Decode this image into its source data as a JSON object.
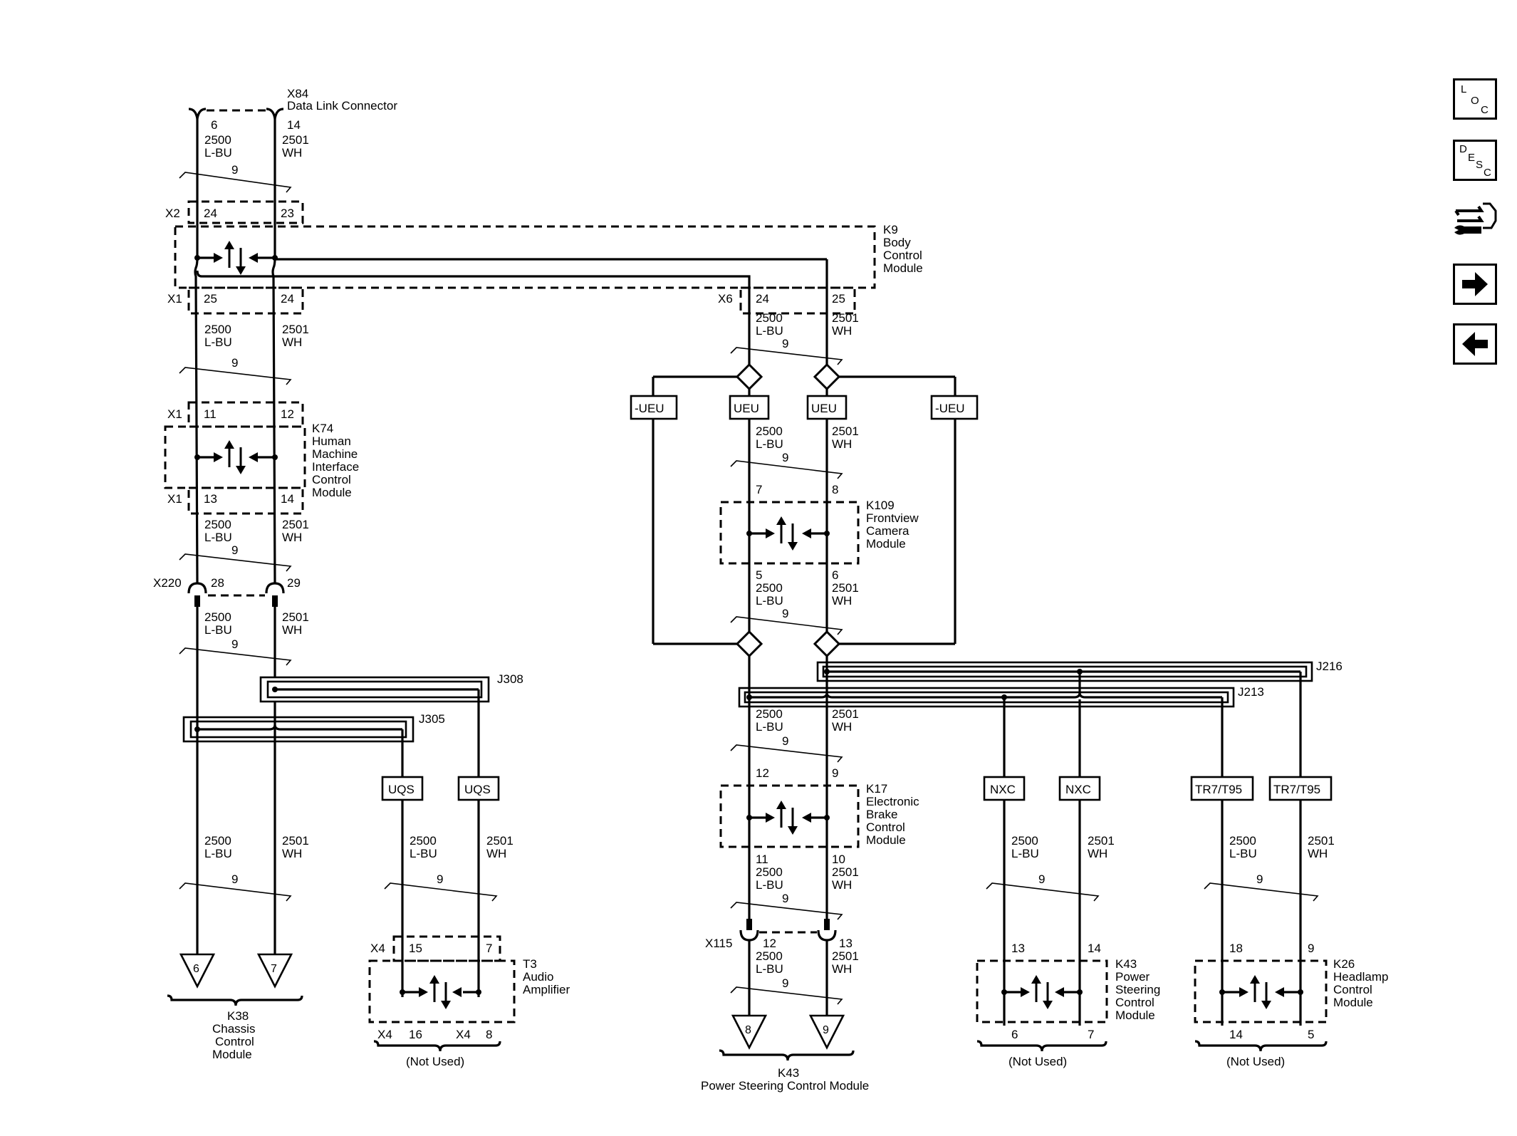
{
  "nav": {
    "loc_letters": [
      "L",
      "O",
      "C"
    ],
    "desc_letters": [
      "D",
      "E",
      "S",
      "C"
    ]
  },
  "x84": {
    "id": "X84",
    "name": "Data Link Connector",
    "pin_l": "6",
    "pin_r": "14"
  },
  "wires": {
    "lbu_circuit": "2500",
    "lbu_color": "L-BU",
    "wh_circuit": "2501",
    "wh_color": "WH",
    "twist": "9"
  },
  "k9": {
    "id": "K9",
    "name_lines": [
      "Body",
      "Control",
      "Module"
    ],
    "x2": "X2",
    "x2_pin_l": "24",
    "x2_pin_r": "23",
    "x1": "X1",
    "x1_pin_l": "25",
    "x1_pin_r": "24",
    "x6": "X6",
    "x6_pin_l": "24",
    "x6_pin_r": "25"
  },
  "k74": {
    "id": "K74",
    "name_lines": [
      "Human",
      "Machine",
      "Interface",
      "Control",
      "Module"
    ],
    "x1_top": "X1",
    "top_pin_l": "11",
    "top_pin_r": "12",
    "x1_bot": "X1",
    "bot_pin_l": "13",
    "bot_pin_r": "14"
  },
  "x220": {
    "id": "X220",
    "pin_l": "28",
    "pin_r": "29"
  },
  "j308": "J308",
  "j305": "J305",
  "j216": "J216",
  "j213": "J213",
  "options": {
    "ueu_neg_l": "-UEU",
    "ueu_l": "UEU",
    "ueu_r": "UEU",
    "ueu_neg_r": "-UEU",
    "uqs_l": "UQS",
    "uqs_r": "UQS",
    "nxc_l": "NXC",
    "nxc_r": "NXC",
    "tr_l": "TR7/T95",
    "tr_r": "TR7/T95"
  },
  "k38": {
    "id": "K38",
    "name_lines": [
      "Chassis",
      "Control",
      "Module"
    ],
    "pin_l": "6",
    "pin_r": "7"
  },
  "t3": {
    "id": "T3",
    "name_lines": [
      "Audio",
      "Amplifier"
    ],
    "x4_top": "X4",
    "top_pin_l": "15",
    "top_pin_r": "7",
    "x4_bl": "X4",
    "bot_pin_l": "16",
    "x4_br": "X4",
    "bot_pin_r": "8",
    "note": "(Not Used)"
  },
  "k109": {
    "id": "K109",
    "name_lines": [
      "Frontview",
      "Camera",
      "Module"
    ],
    "top_pin_l": "7",
    "top_pin_r": "8",
    "bot_pin_l": "5",
    "bot_pin_r": "6"
  },
  "k17": {
    "id": "K17",
    "name_lines": [
      "Electronic",
      "Brake",
      "Control",
      "Module"
    ],
    "top_pin_l": "12",
    "top_pin_r": "9",
    "bot_pin_l": "11",
    "bot_pin_r": "10"
  },
  "x115": {
    "id": "X115",
    "pin_l": "12",
    "pin_r": "13"
  },
  "k43_bottom": {
    "id": "K43",
    "name": "Power Steering Control Module",
    "pin_l": "8",
    "pin_r": "9"
  },
  "k43": {
    "id": "K43",
    "name_lines": [
      "Power",
      "Steering",
      "Control",
      "Module"
    ],
    "top_pin_l": "13",
    "top_pin_r": "14",
    "bot_pin_l": "6",
    "bot_pin_r": "7",
    "note": "(Not Used)"
  },
  "k26": {
    "id": "K26",
    "name_lines": [
      "Headlamp",
      "Control",
      "Module"
    ],
    "top_pin_l": "18",
    "top_pin_r": "9",
    "bot_pin_l": "14",
    "bot_pin_r": "5",
    "note": "(Not Used)"
  }
}
